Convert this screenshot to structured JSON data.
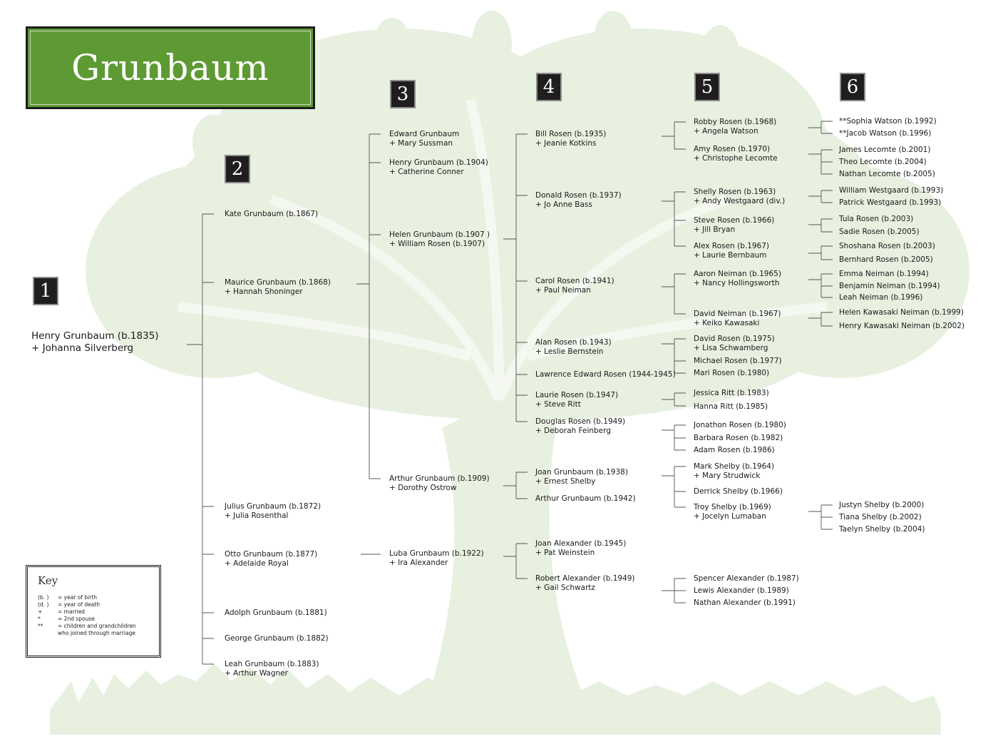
{
  "title": "Grunbaum",
  "colors": {
    "title_bg": "#5e9a33",
    "badge_bg": "#1f1d1d",
    "tree_bg": "#e8f0e0",
    "line": "#555555"
  },
  "generations": [
    {
      "label": "1"
    },
    {
      "label": "2"
    },
    {
      "label": "3"
    },
    {
      "label": "4"
    },
    {
      "label": "5"
    },
    {
      "label": "6"
    }
  ],
  "gen1": {
    "root": {
      "name": "Henry Grunbaum (b.1835)",
      "spouse": "+ Johanna Silverberg"
    }
  },
  "gen2": [
    {
      "name": "Kate Grunbaum (b.1867)",
      "spouse": ""
    },
    {
      "name": "Maurice Grunbaum (b.1868)",
      "spouse": "+ Hannah Shoninger"
    },
    {
      "name": "Julius Grunbaum (b.1872)",
      "spouse": "+ Julia Rosenthal"
    },
    {
      "name": "Otto Grunbaum (b.1877)",
      "spouse": "+ Adelaide Royal"
    },
    {
      "name": "Adolph Grunbaum (b.1881)",
      "spouse": ""
    },
    {
      "name": "George Grunbaum (b.1882)",
      "spouse": ""
    },
    {
      "name": "Leah Grunbaum (b.1883)",
      "spouse": "+ Arthur Wagner"
    }
  ],
  "gen3": [
    {
      "name": "Edward Grunbaum",
      "spouse": "+ Mary Sussman"
    },
    {
      "name": "Henry Grunbaum (b.1904)",
      "spouse": "+ Catherine Conner"
    },
    {
      "name": "Helen Grunbaum (b.1907 )",
      "spouse": "+ William Rosen (b.1907)"
    },
    {
      "name": "Arthur Grunbaum (b.1909)",
      "spouse": "+ Dorothy Ostrow"
    },
    {
      "name": "Luba  Grunbaum (b.1922)",
      "spouse": "+ Ira Alexander"
    }
  ],
  "gen4": [
    {
      "name": "Bill Rosen (b.1935)",
      "spouse": "+ Jeanie Kotkins"
    },
    {
      "name": "Donald Rosen (b.1937)",
      "spouse": "+ Jo Anne Bass"
    },
    {
      "name": "Carol Rosen (b.1941)",
      "spouse": "+ Paul Neiman"
    },
    {
      "name": "Alan Rosen (b.1943)",
      "spouse": "+ Leslie Bernstein"
    },
    {
      "name": "Lawrence Edward Rosen (1944-1945)",
      "spouse": ""
    },
    {
      "name": "Laurie Rosen (b.1947)",
      "spouse": "+ Steve Ritt"
    },
    {
      "name": "Douglas Rosen (b.1949)",
      "spouse": "+ Deborah Feinberg"
    },
    {
      "name": "Joan Grunbaum (b.1938)",
      "spouse": "+ Ernest Shelby"
    },
    {
      "name": "Arthur Grunbaum (b.1942)",
      "spouse": ""
    },
    {
      "name": "Joan Alexander (b.1945)",
      "spouse": "+ Pat Weinstein"
    },
    {
      "name": "Robert Alexander (b.1949)",
      "spouse": "+ Gail Schwartz"
    }
  ],
  "gen5": [
    {
      "name": "Robby Rosen (b.1968)",
      "spouse": "+ Angela Watson"
    },
    {
      "name": "Amy Rosen (b.1970)",
      "spouse": "+ Christophe Lecomte"
    },
    {
      "name": "Shelly Rosen (b.1963)",
      "spouse": "+ Andy Westgaard (div.)"
    },
    {
      "name": "Steve Rosen (b.1966)",
      "spouse": "+ Jill Bryan"
    },
    {
      "name": "Alex Rosen (b.1967)",
      "spouse": "+ Laurie Bernbaum"
    },
    {
      "name": "Aaron Neiman (b.1965)",
      "spouse": "+ Nancy Hollingsworth"
    },
    {
      "name": "David Neiman (b.1967)",
      "spouse": "+ Keiko Kawasaki"
    },
    {
      "name": "David Rosen (b.1975)",
      "spouse": "+ Lisa Schwamberg"
    },
    {
      "name": "Michael Rosen (b.1977)",
      "spouse": ""
    },
    {
      "name": "Mari Rosen (b.1980)",
      "spouse": ""
    },
    {
      "name": "Jessica Ritt (b.1983)",
      "spouse": ""
    },
    {
      "name": "Hanna Ritt (b.1985)",
      "spouse": ""
    },
    {
      "name": "Jonathon Rosen (b.1980)",
      "spouse": ""
    },
    {
      "name": "Barbara Rosen  (b.1982)",
      "spouse": ""
    },
    {
      "name": "Adam Rosen (b.1986)",
      "spouse": ""
    },
    {
      "name": "Mark Shelby (b.1964)",
      "spouse": "+ Mary Strudwick"
    },
    {
      "name": "Derrick Shelby (b.1966)",
      "spouse": ""
    },
    {
      "name": "Troy Shelby (b.1969)",
      "spouse": "+ Jocelyn Lumaban"
    },
    {
      "name": "Spencer Alexander (b.1987)",
      "spouse": ""
    },
    {
      "name": "Lewis Alexander (b.1989)",
      "spouse": ""
    },
    {
      "name": "Nathan Alexander (b.1991)",
      "spouse": ""
    }
  ],
  "gen6": [
    {
      "name": "**Sophia Watson (b.1992)"
    },
    {
      "name": "**Jacob Watson (b.1996)"
    },
    {
      "name": "James Lecomte (b.2001)"
    },
    {
      "name": "Theo Lecomte (b.2004)"
    },
    {
      "name": "Nathan Lecomte (b.2005)"
    },
    {
      "name": "William Westgaard (b.1993)"
    },
    {
      "name": "Patrick Westgaard (b.1993)"
    },
    {
      "name": "Tula Rosen (b.2003)"
    },
    {
      "name": "Sadie Rosen (b.2005)"
    },
    {
      "name": "Shoshana Rosen (b.2003)"
    },
    {
      "name": "Bernhard Rosen (b.2005)"
    },
    {
      "name": "Emma Neiman (b.1994)"
    },
    {
      "name": "Benjamin Neiman (b.1994)"
    },
    {
      "name": "Leah Neiman (b.1996)"
    },
    {
      "name": "Helen Kawasaki Neiman (b.1999)"
    },
    {
      "name": "Henry Kawasaki Neiman (b.2002)"
    },
    {
      "name": "Justyn Shelby (b.2000)"
    },
    {
      "name": "Tiana Shelby (b.2002)"
    },
    {
      "name": "Taelyn Shelby (b.2004)"
    }
  ],
  "key": {
    "title": "Key",
    "rows": [
      {
        "sym": "(b.    )",
        "desc": "= year of birth"
      },
      {
        "sym": "(d.    )",
        "desc": "= year of death"
      },
      {
        "sym": "+",
        "desc": "= married"
      },
      {
        "sym": "*",
        "desc": "= 2nd spouse"
      },
      {
        "sym": "**",
        "desc": "= children and grandchildren"
      },
      {
        "sym": "",
        "desc": "who joined through marriage"
      }
    ]
  }
}
